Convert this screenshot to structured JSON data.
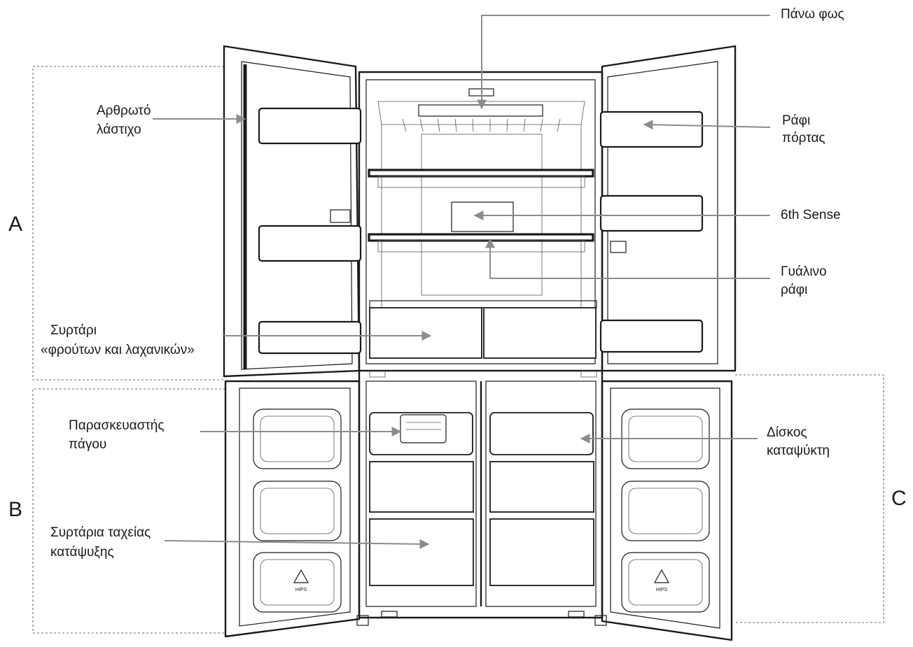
{
  "labels": {
    "top_light": "Πάνω φως",
    "gasket_line1": "Αρθρωτό",
    "gasket_line2": "λάστιχο",
    "door_shelf_line1": "Ράφι",
    "door_shelf_line2": "πόρτας",
    "sixth_sense": "6th Sense",
    "glass_shelf_line1": "Γυάλινο",
    "glass_shelf_line2": "ράφι",
    "crisper_line1": "Συρτάρι",
    "crisper_line2": "«φρούτων και λαχανικών»",
    "ice_maker_line1": "Παρασκευαστής",
    "ice_maker_line2": "πάγου",
    "freezer_tray_line1": "Δίσκος",
    "freezer_tray_line2": "καταψύκτη",
    "fast_freeze_line1": "Συρτάρια ταχείας",
    "fast_freeze_line2": "κατάψυξης"
  },
  "sections": {
    "a": "A",
    "b": "B",
    "c": "C"
  },
  "door_marks": {
    "left_recycle": "HIPS",
    "right_recycle": "HIPS"
  },
  "colors": {
    "line": "#1a1a1a",
    "arrow": "#8c8c8c",
    "dashed_box": "#6a6a6a"
  }
}
